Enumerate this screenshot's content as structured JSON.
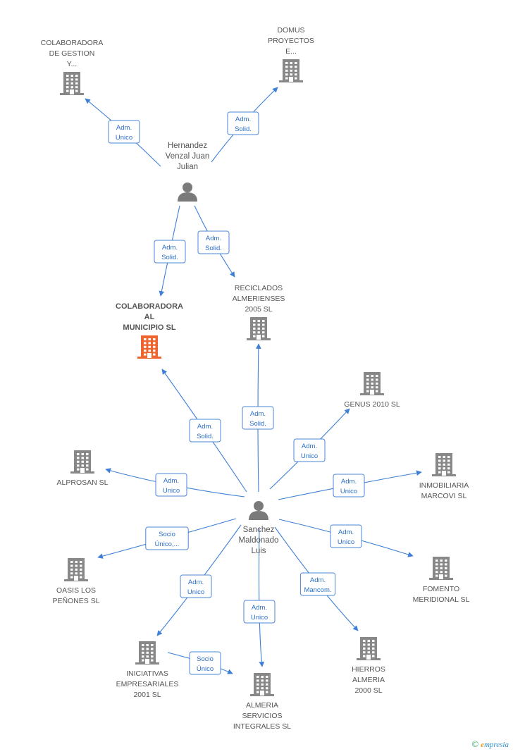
{
  "colors": {
    "building": "#888888",
    "main_building": "#f0642f",
    "person": "#7a7a7a",
    "edge": "#3d80d6",
    "label_text": "#555555",
    "edge_text": "#2a6ec9"
  },
  "nodes": [
    {
      "id": "colab_gestion",
      "kind": "company",
      "label": [
        "COLABORADORA",
        "DE GESTION",
        "Y..."
      ]
    },
    {
      "id": "domus",
      "kind": "company",
      "label": [
        "DOMUS",
        "PROYECTOS",
        "E..."
      ]
    },
    {
      "id": "hernandez",
      "kind": "person",
      "label": [
        "Hernandez",
        "Venzal Juan",
        "Julian"
      ]
    },
    {
      "id": "colab_municipio",
      "kind": "company",
      "main": true,
      "label": [
        "COLABORADORA",
        "AL",
        "MUNICIPIO SL"
      ]
    },
    {
      "id": "reciclados",
      "kind": "company",
      "label": [
        "RECICLADOS",
        "ALMERIENSES",
        "2005 SL"
      ]
    },
    {
      "id": "genus",
      "kind": "company",
      "label": [
        "GENUS 2010 SL"
      ]
    },
    {
      "id": "alprosan",
      "kind": "company",
      "label": [
        "ALPROSAN SL"
      ]
    },
    {
      "id": "inmobiliaria",
      "kind": "company",
      "label": [
        "INMOBILIARIA",
        "MARCOVI SL"
      ]
    },
    {
      "id": "sanchez",
      "kind": "person",
      "label": [
        "Sanchez",
        "Maldonado",
        "Luis"
      ]
    },
    {
      "id": "oasis",
      "kind": "company",
      "label": [
        "OASIS LOS",
        "PEÑONES  SL"
      ]
    },
    {
      "id": "fomento",
      "kind": "company",
      "label": [
        "FOMENTO",
        "MERIDIONAL SL"
      ]
    },
    {
      "id": "iniciativas",
      "kind": "company",
      "label": [
        "INICIATIVAS",
        "EMPRESARIALES",
        "2001 SL"
      ]
    },
    {
      "id": "almeria_serv",
      "kind": "company",
      "label": [
        "ALMERIA",
        "SERVICIOS",
        "INTEGRALES  SL"
      ]
    },
    {
      "id": "hierros",
      "kind": "company",
      "label": [
        "HIERROS",
        "ALMERIA",
        "2000 SL"
      ]
    }
  ],
  "edges": [
    {
      "from": "hernandez",
      "to": "colab_gestion",
      "label": [
        "Adm.",
        "Unico"
      ]
    },
    {
      "from": "hernandez",
      "to": "domus",
      "label": [
        "Adm.",
        "Solid."
      ]
    },
    {
      "from": "hernandez",
      "to": "colab_municipio",
      "label": [
        "Adm.",
        "Solid."
      ]
    },
    {
      "from": "hernandez",
      "to": "reciclados",
      "label": [
        "Adm.",
        "Solid."
      ]
    },
    {
      "from": "sanchez",
      "to": "reciclados",
      "label": [
        "Adm.",
        "Solid."
      ]
    },
    {
      "from": "sanchez",
      "to": "colab_municipio",
      "label": [
        "Adm.",
        "Solid."
      ]
    },
    {
      "from": "sanchez",
      "to": "genus",
      "label": [
        "Adm.",
        "Unico"
      ]
    },
    {
      "from": "sanchez",
      "to": "alprosan",
      "label": [
        "Adm.",
        "Unico"
      ]
    },
    {
      "from": "sanchez",
      "to": "inmobiliaria",
      "label": [
        "Adm.",
        "Unico"
      ]
    },
    {
      "from": "sanchez",
      "to": "oasis",
      "label": [
        "Socio",
        "Único,..."
      ]
    },
    {
      "from": "sanchez",
      "to": "fomento",
      "label": [
        "Adm.",
        "Unico"
      ]
    },
    {
      "from": "sanchez",
      "to": "iniciativas",
      "label": [
        "Adm.",
        "Unico"
      ]
    },
    {
      "from": "sanchez",
      "to": "almeria_serv",
      "label": [
        "Adm.",
        "Unico"
      ]
    },
    {
      "from": "sanchez",
      "to": "hierros",
      "label": [
        "Adm.",
        "Mancom."
      ]
    },
    {
      "from": "iniciativas",
      "to": "almeria_serv",
      "label": [
        "Socio",
        "Único"
      ]
    }
  ],
  "footer": {
    "copyright": "©",
    "brand_initial": "e",
    "brand_rest": "mpresia"
  }
}
